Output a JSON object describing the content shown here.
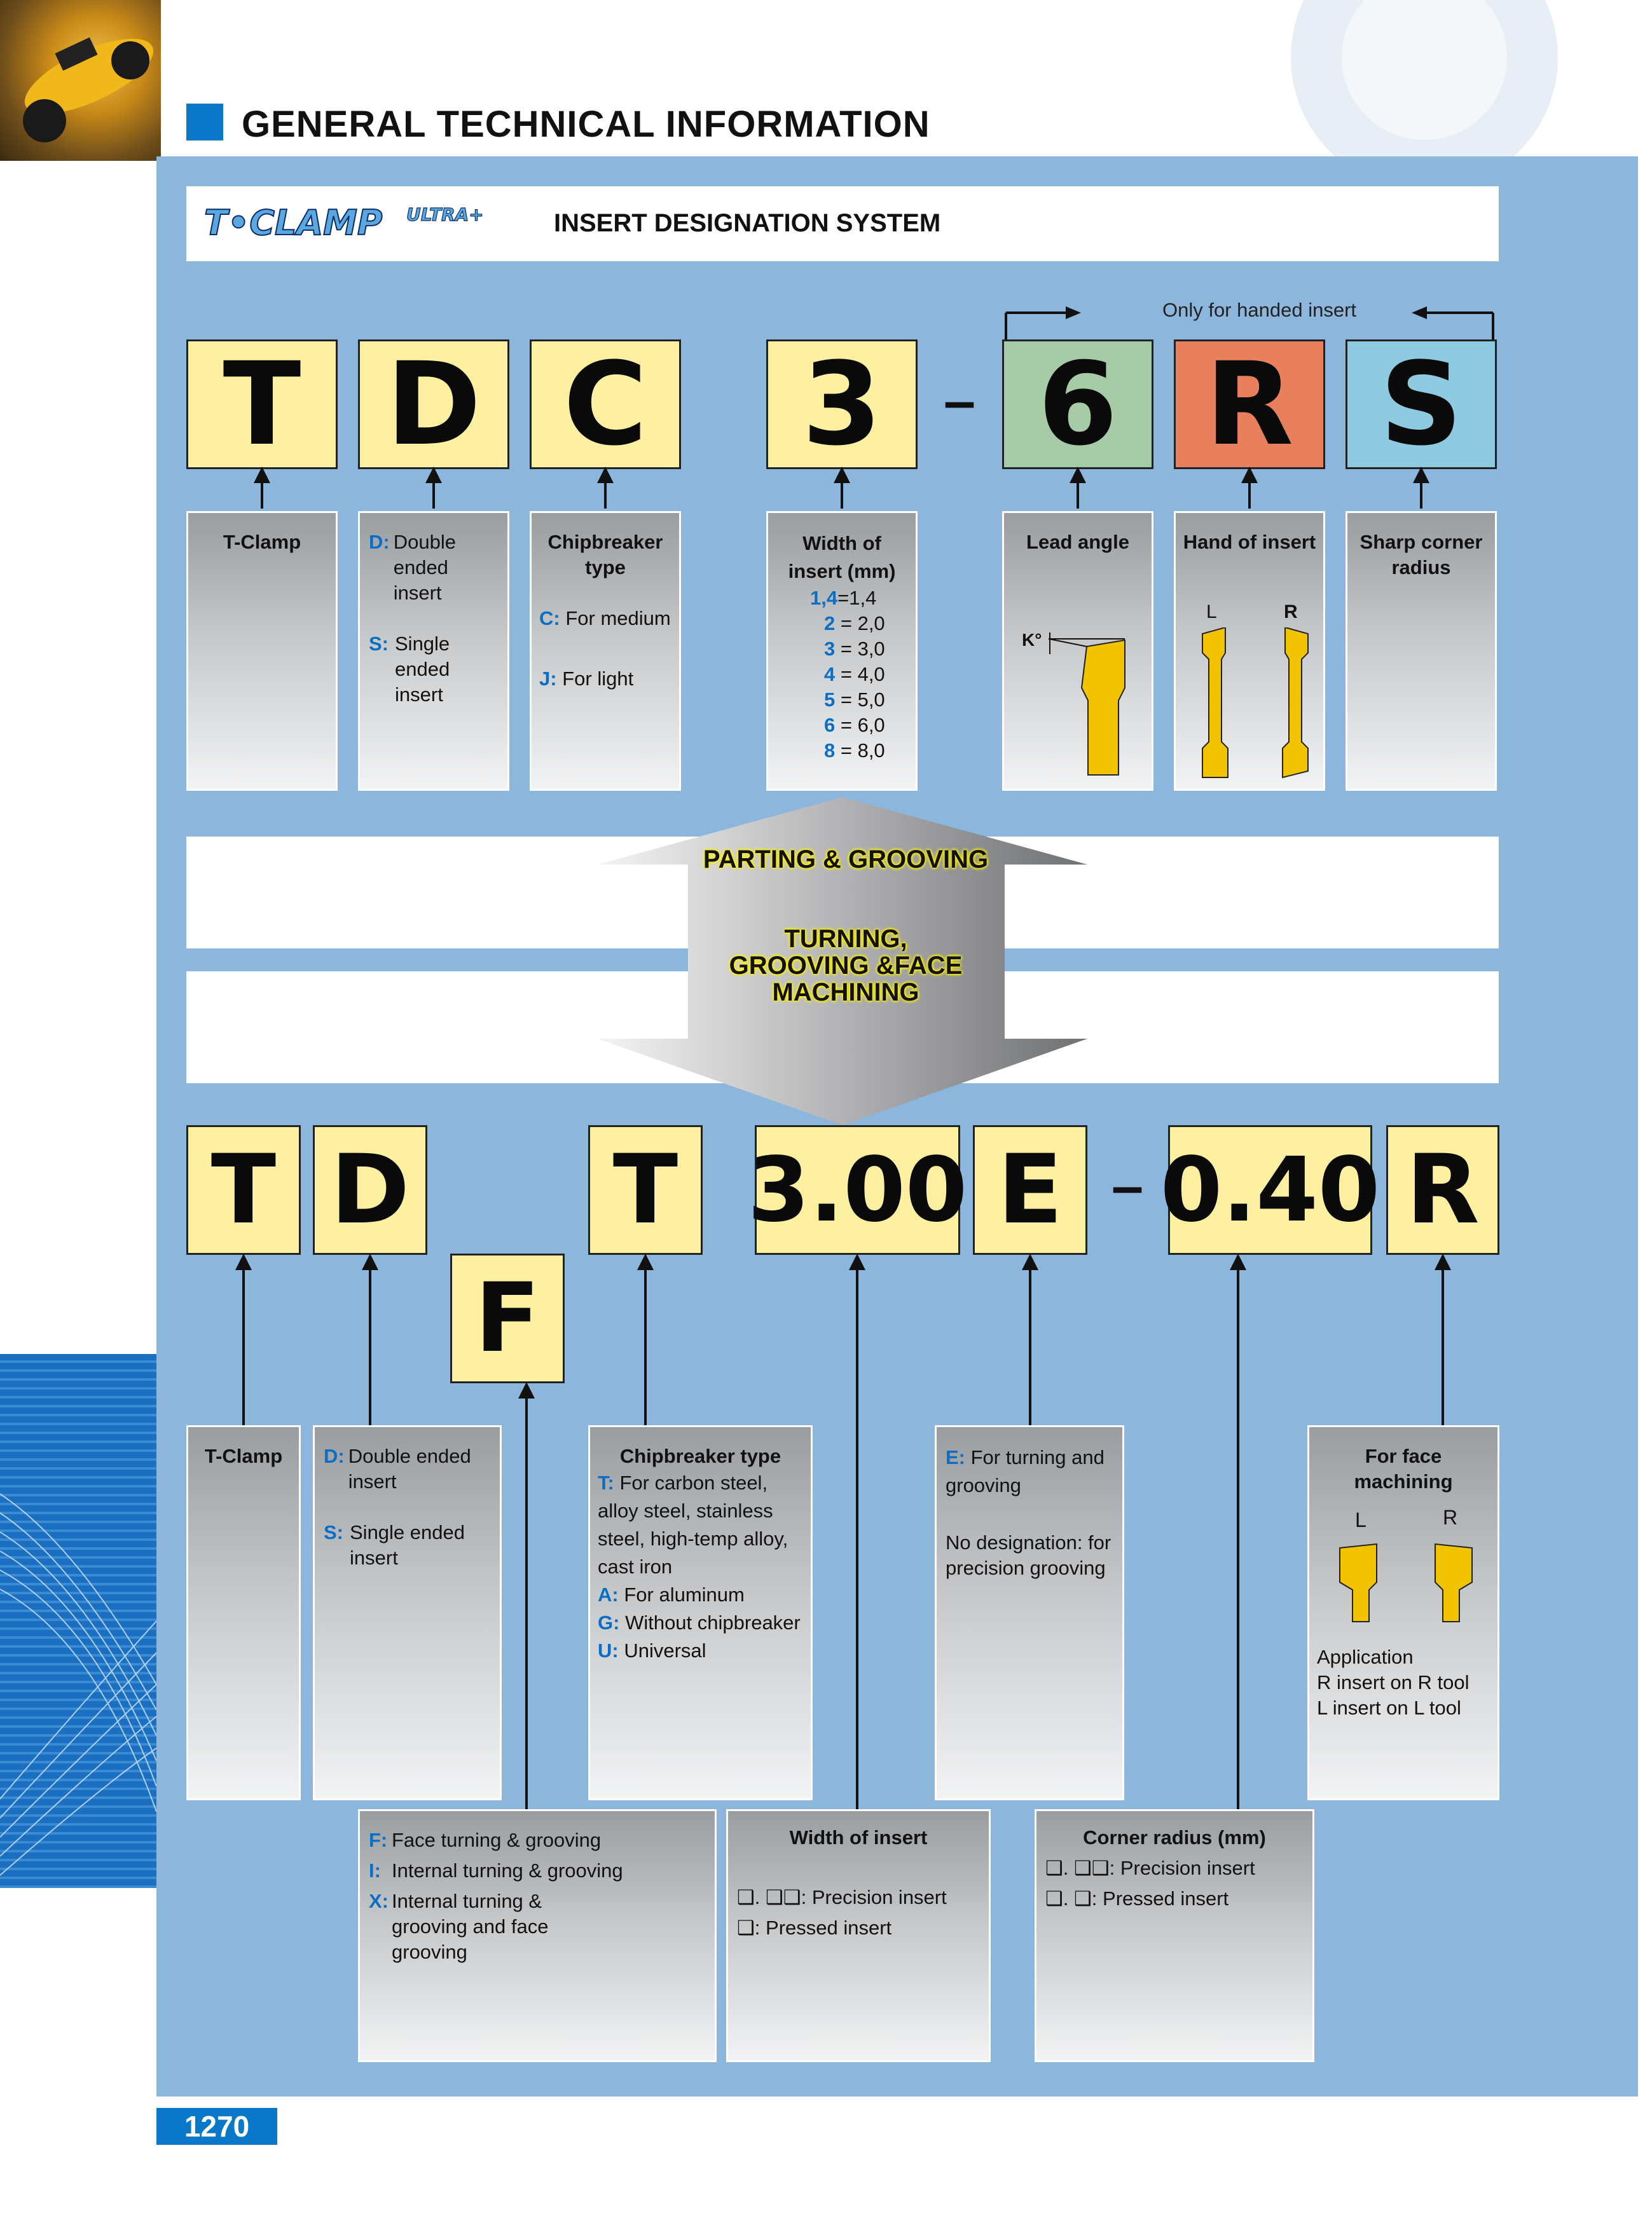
{
  "header": {
    "title": "GENERAL TECHNICAL INFORMATION",
    "logo_text": "T-CLAMP ULTRA+",
    "subtitle": "INSERT DESIGNATION SYSTEM"
  },
  "top": {
    "letters": [
      "T",
      "D",
      "C",
      "3",
      "6",
      "R",
      "S"
    ],
    "dash": "–",
    "handed_note": "Only for handed insert",
    "cards": {
      "c1": {
        "title": "T-Clamp"
      },
      "c2": {
        "d_code": "D:",
        "d_text": "Double ended insert",
        "s_code": "S:",
        "s_text": "Single ended insert"
      },
      "c3": {
        "title": "Chipbreaker type",
        "c_code": "C:",
        "c_text": "For medium",
        "j_code": "J:",
        "j_text": "For light"
      },
      "c4": {
        "title": "Width of insert (mm)",
        "rows": [
          [
            "1,4",
            "=1,4"
          ],
          [
            "2",
            " = 2,0"
          ],
          [
            "3",
            " = 3,0"
          ],
          [
            "4",
            " = 4,0"
          ],
          [
            "5",
            " = 5,0"
          ],
          [
            "6",
            " = 6,0"
          ],
          [
            "8",
            " = 8,0"
          ]
        ]
      },
      "c5": {
        "title": "Lead angle",
        "k_label": "K°"
      },
      "c6": {
        "title": "Hand of insert",
        "l": "L",
        "r": "R"
      },
      "c7": {
        "title": "Sharp corner radius"
      }
    }
  },
  "middle": {
    "label1": "PARTING & GROOVING",
    "label2": "TURNING, GROOVING &FACE MACHINING"
  },
  "bottom": {
    "letters": [
      "T",
      "D",
      "F",
      "T",
      "3.00",
      "E",
      "0.40",
      "R"
    ],
    "dash": "–",
    "cards": {
      "b1": {
        "title": "T-Clamp"
      },
      "b2": {
        "d_code": "D:",
        "d_text": "Double ended insert",
        "s_code": "S:",
        "s_text": "Single ended insert"
      },
      "b3": {
        "title": "Chipbreaker type",
        "t_code": "T:",
        "t_text": "For carbon steel, alloy steel, stainless steel, high-temp alloy, cast iron",
        "a_code": "A:",
        "a_text": "For aluminum",
        "g_code": "G:",
        "g_text": "Without chipbreaker",
        "u_code": "U:",
        "u_text": "Universal"
      },
      "b4": {
        "e_code": "E:",
        "e_text": "For turning and grooving",
        "nd_text": "No designation: for precision grooving"
      },
      "b5": {
        "title": "For face machining",
        "l": "L",
        "r": "R",
        "app1": "Application",
        "app2": "R insert on R tool",
        "app3": "L insert on L tool"
      },
      "b6": {
        "f_code": "F:",
        "f_text": "Face turning & grooving",
        "i_code": "I:",
        "i_text": "Internal turning & grooving",
        "x_code": "X:",
        "x_text": "Internal turning & grooving and face grooving"
      },
      "b7": {
        "title": "Width of insert",
        "p1": "❑. ❑❑: Precision insert",
        "p2": "❑: Pressed insert"
      },
      "b8": {
        "title": "Corner radius (mm)",
        "p1": "❑. ❑❑: Precision insert",
        "p2": "❑. ❑: Pressed insert"
      }
    }
  },
  "page_number": "1270",
  "colors": {
    "panel": "#8db6dc",
    "letter_yellow": "#fdf0a0",
    "green": "#a6cba6",
    "orange": "#e8805e",
    "light_blue": "#8ecbe0",
    "accent_blue": "#0a6fc4",
    "insert_yellow": "#f2c400"
  }
}
